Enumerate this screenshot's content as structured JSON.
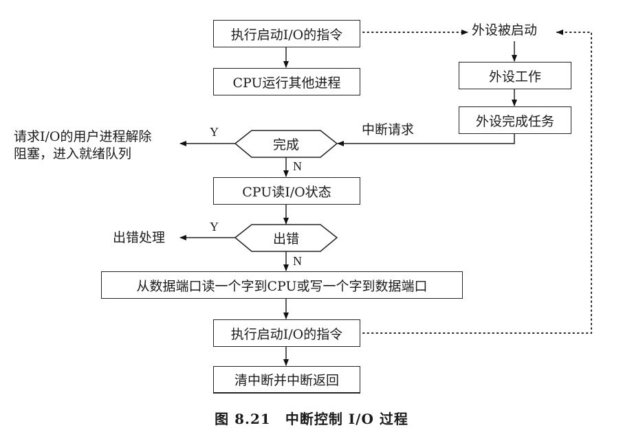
{
  "diagram": {
    "type": "flowchart",
    "title": "图 8.21　中断控制 I/O 过程",
    "nodes": {
      "start_io_1": "执行启动I/O的指令",
      "cpu_other": "CPU运行其他进程",
      "device_started": "外设被启动",
      "device_working": "外设工作",
      "device_done": "外设完成任务",
      "decision_complete": "完成",
      "unblock_process_line1": "请求I/O的用户进程解除",
      "unblock_process_line2": "阻塞，进入就绪队列",
      "cpu_read_status": "CPU读I/O状态",
      "decision_error": "出错",
      "error_handling": "出错处理",
      "transfer_word": "从数据端口读一个字到CPU或写一个字到数据端口",
      "start_io_2": "执行启动I/O的指令",
      "clear_interrupt": "清中断并中断返回"
    },
    "edge_labels": {
      "interrupt_request": "中断请求",
      "complete_yes": "Y",
      "complete_no": "N",
      "error_yes": "Y",
      "error_no": "N"
    },
    "edges": [
      {
        "from": "start_io_1",
        "to": "cpu_other",
        "style": "solid"
      },
      {
        "from": "start_io_1",
        "to": "device_started",
        "style": "dotted"
      },
      {
        "from": "device_started",
        "to": "device_working",
        "style": "solid"
      },
      {
        "from": "device_working",
        "to": "device_done",
        "style": "solid"
      },
      {
        "from": "device_done",
        "to": "decision_complete",
        "style": "solid",
        "label": "中断请求"
      },
      {
        "from": "decision_complete",
        "to": "unblock_process",
        "style": "solid",
        "label": "Y"
      },
      {
        "from": "decision_complete",
        "to": "cpu_read_status",
        "style": "solid",
        "label": "N"
      },
      {
        "from": "cpu_read_status",
        "to": "decision_error",
        "style": "solid"
      },
      {
        "from": "decision_error",
        "to": "error_handling",
        "style": "solid",
        "label": "Y"
      },
      {
        "from": "decision_error",
        "to": "transfer_word",
        "style": "solid",
        "label": "N"
      },
      {
        "from": "transfer_word",
        "to": "start_io_2",
        "style": "solid"
      },
      {
        "from": "start_io_2",
        "to": "clear_interrupt",
        "style": "solid"
      },
      {
        "from": "start_io_2",
        "to": "device_started",
        "style": "dotted"
      }
    ]
  }
}
